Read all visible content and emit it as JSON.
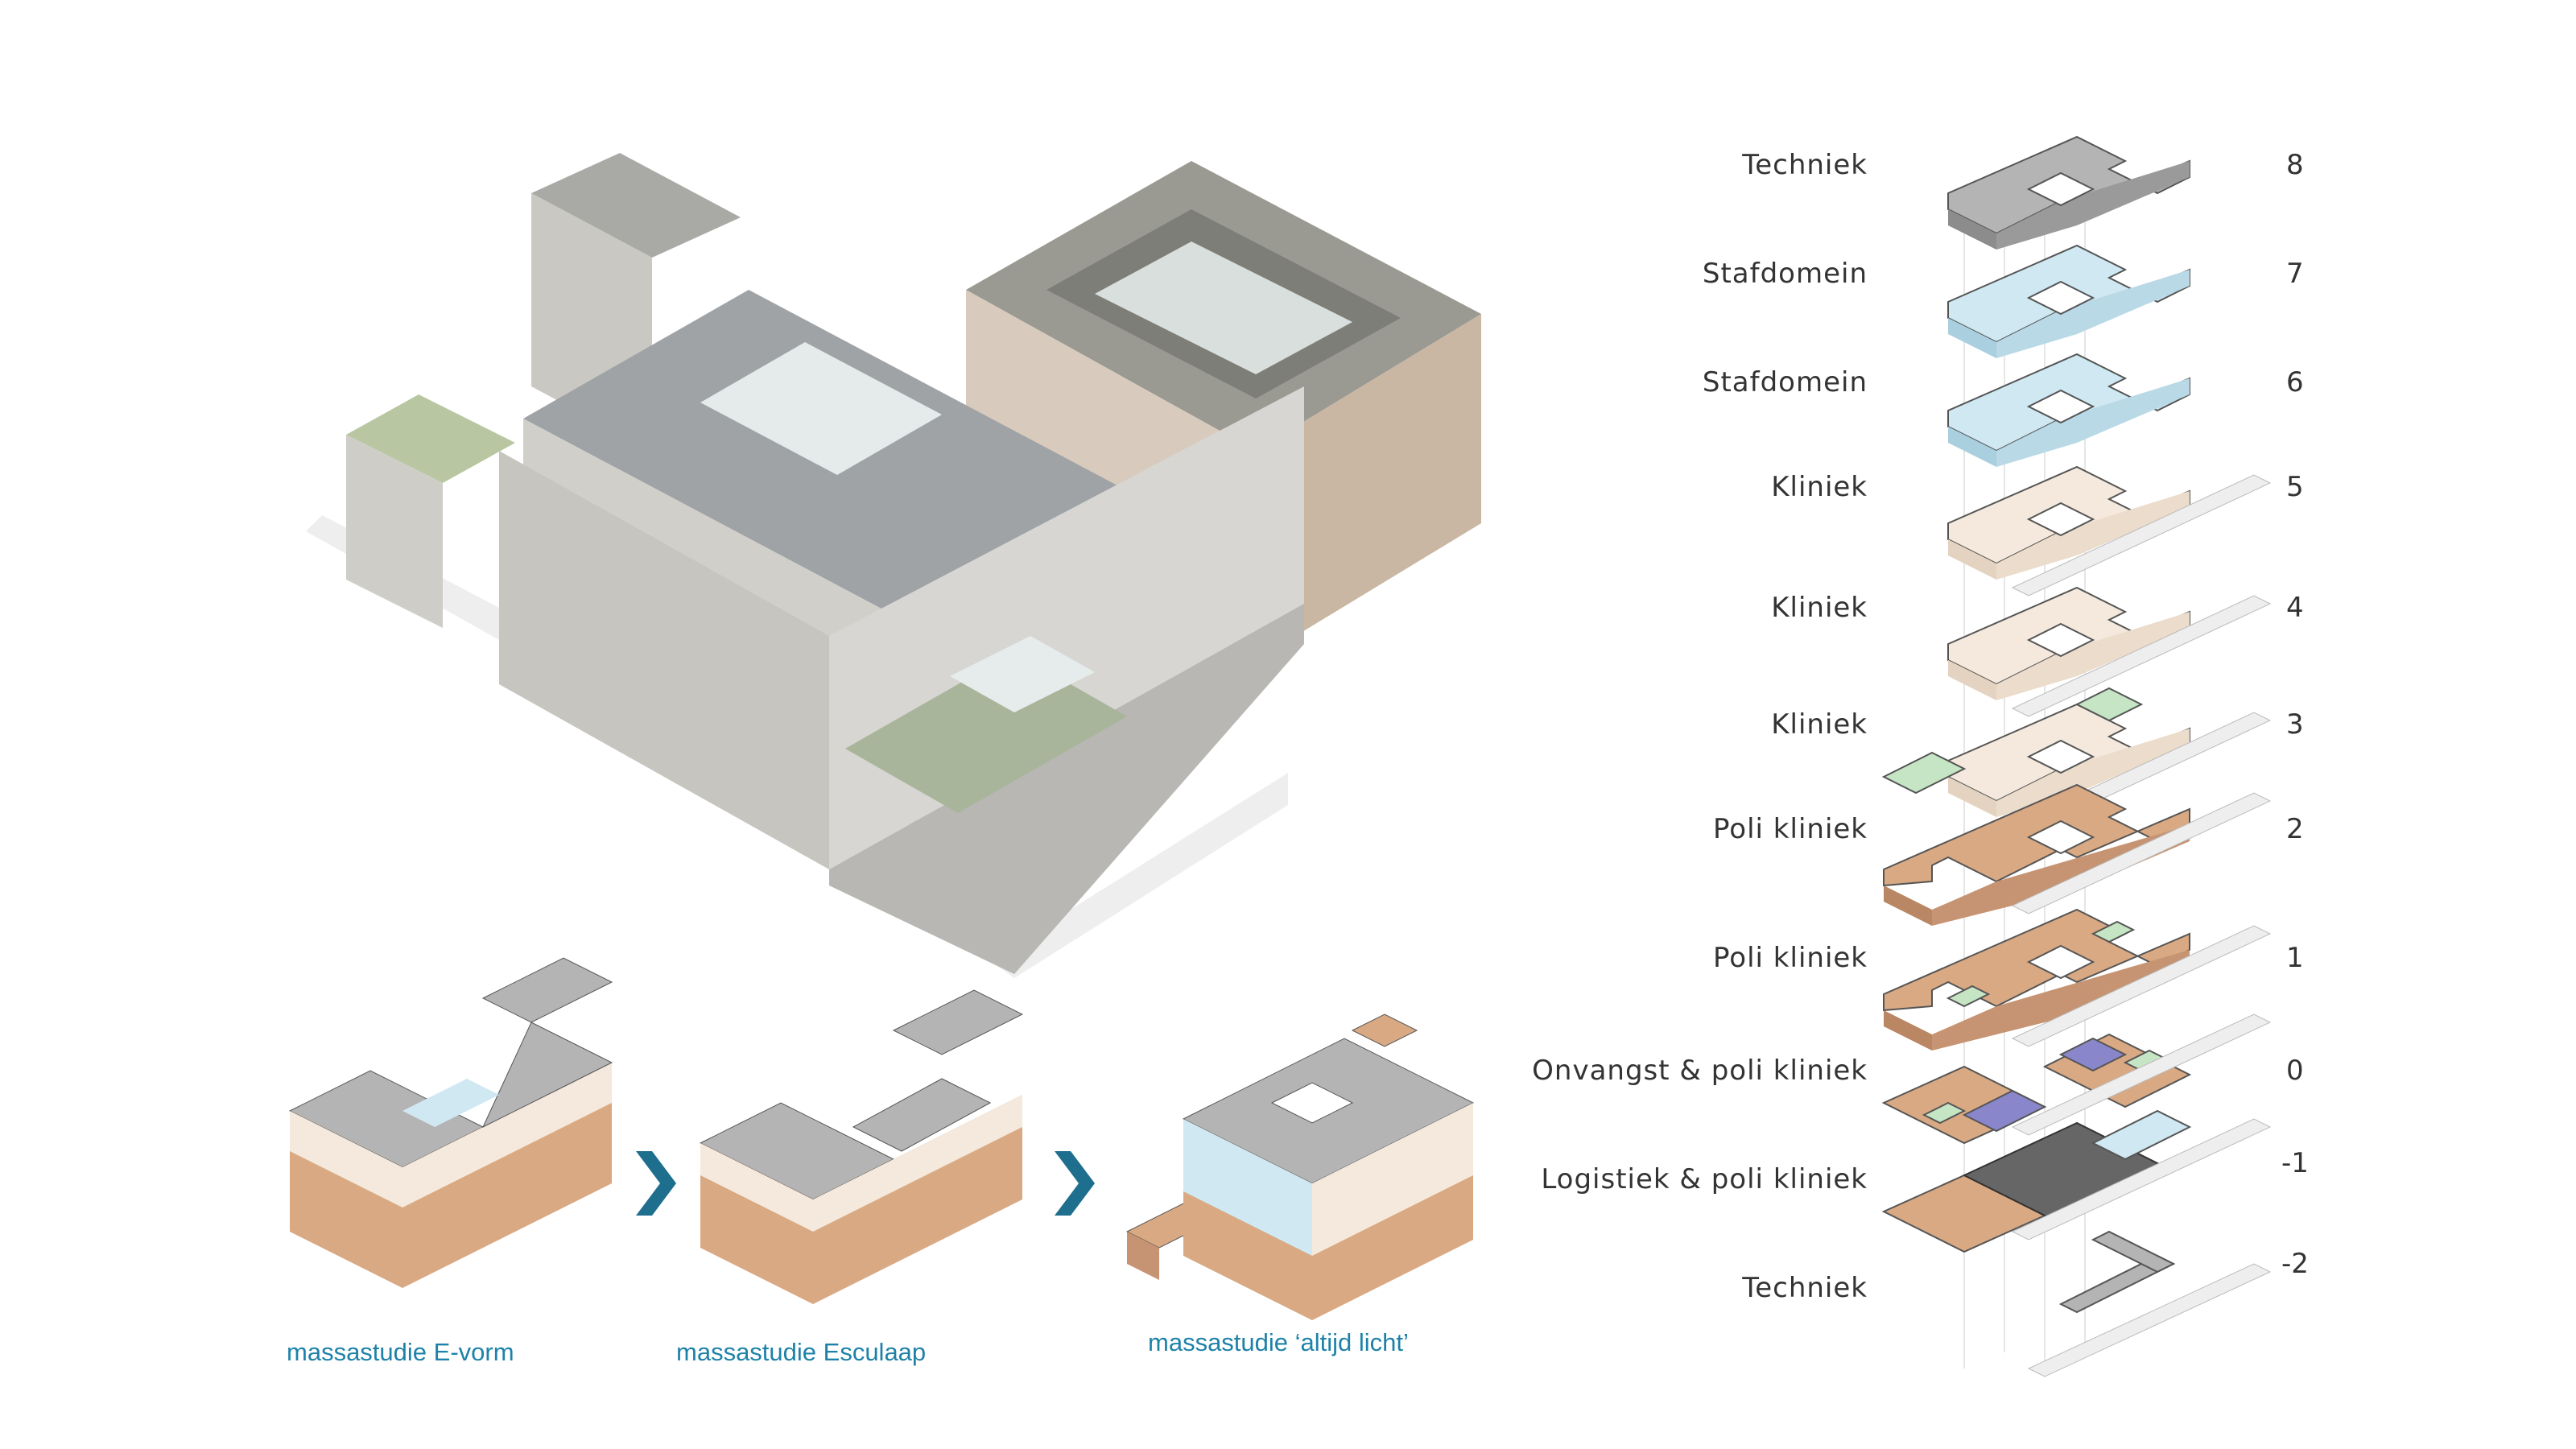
{
  "colors": {
    "techniek": "#b4b4b4",
    "stafdomein": "#cfe8f2",
    "kliniek": "#f4e9dc",
    "polikliniek": "#d9a983",
    "green": "#c5e5c5",
    "purple": "#8a86cc",
    "dark": "#666666",
    "arrow": "#1e6e8e",
    "caption": "#1e82a8"
  },
  "floors": [
    {
      "name": "Techniek",
      "level": "8"
    },
    {
      "name": "Stafdomein",
      "level": "7"
    },
    {
      "name": "Stafdomein",
      "level": "6"
    },
    {
      "name": "Kliniek",
      "level": "5"
    },
    {
      "name": "Kliniek",
      "level": "4"
    },
    {
      "name": "Kliniek",
      "level": "3"
    },
    {
      "name": "Poli kliniek",
      "level": "2"
    },
    {
      "name": "Poli kliniek",
      "level": "1"
    },
    {
      "name": "Onvangst & poli kliniek",
      "level": "0"
    },
    {
      "name": "Logistiek & poli kliniek",
      "level": "-1"
    },
    {
      "name": "Techniek",
      "level": "-2"
    }
  ],
  "studies": [
    {
      "caption": "massastudie E-vorm"
    },
    {
      "caption": "massastudie Esculaap"
    },
    {
      "caption": "massastudie ‘altijd licht’"
    }
  ]
}
